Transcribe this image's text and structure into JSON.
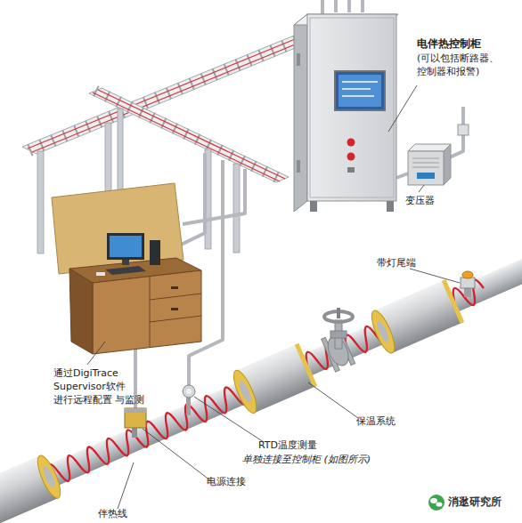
{
  "diagram": {
    "labels": [
      "电伴热控制柜",
      "(可以包括断路器、 控制器和报警)",
      "变压器",
      "通过DigiTrace Supervisor软件 进行远程配置 与监测",
      "带灯尾端",
      "保温系统",
      "RTD温度测量",
      "单独连接至控制柜 (如图所示)",
      "电源连接",
      "伴热线",
      "消逖研究所"
    ]
  }
}
